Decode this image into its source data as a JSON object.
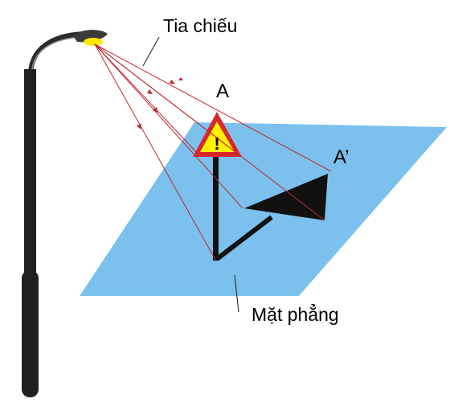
{
  "labels": {
    "projection_rays": "Tia chiếu",
    "point_a": "A",
    "point_a_prime": "A’",
    "plane": "Mặt phẳng"
  },
  "sign": {
    "symbol": "!"
  },
  "colors": {
    "plane_fill": "#7cc1ed",
    "ray": "#c0272d",
    "sign_border": "#d9262a",
    "sign_fill": "#fff200",
    "pole": "#231f20",
    "lamp_light": "#ffe800",
    "shadow": "#111111"
  }
}
